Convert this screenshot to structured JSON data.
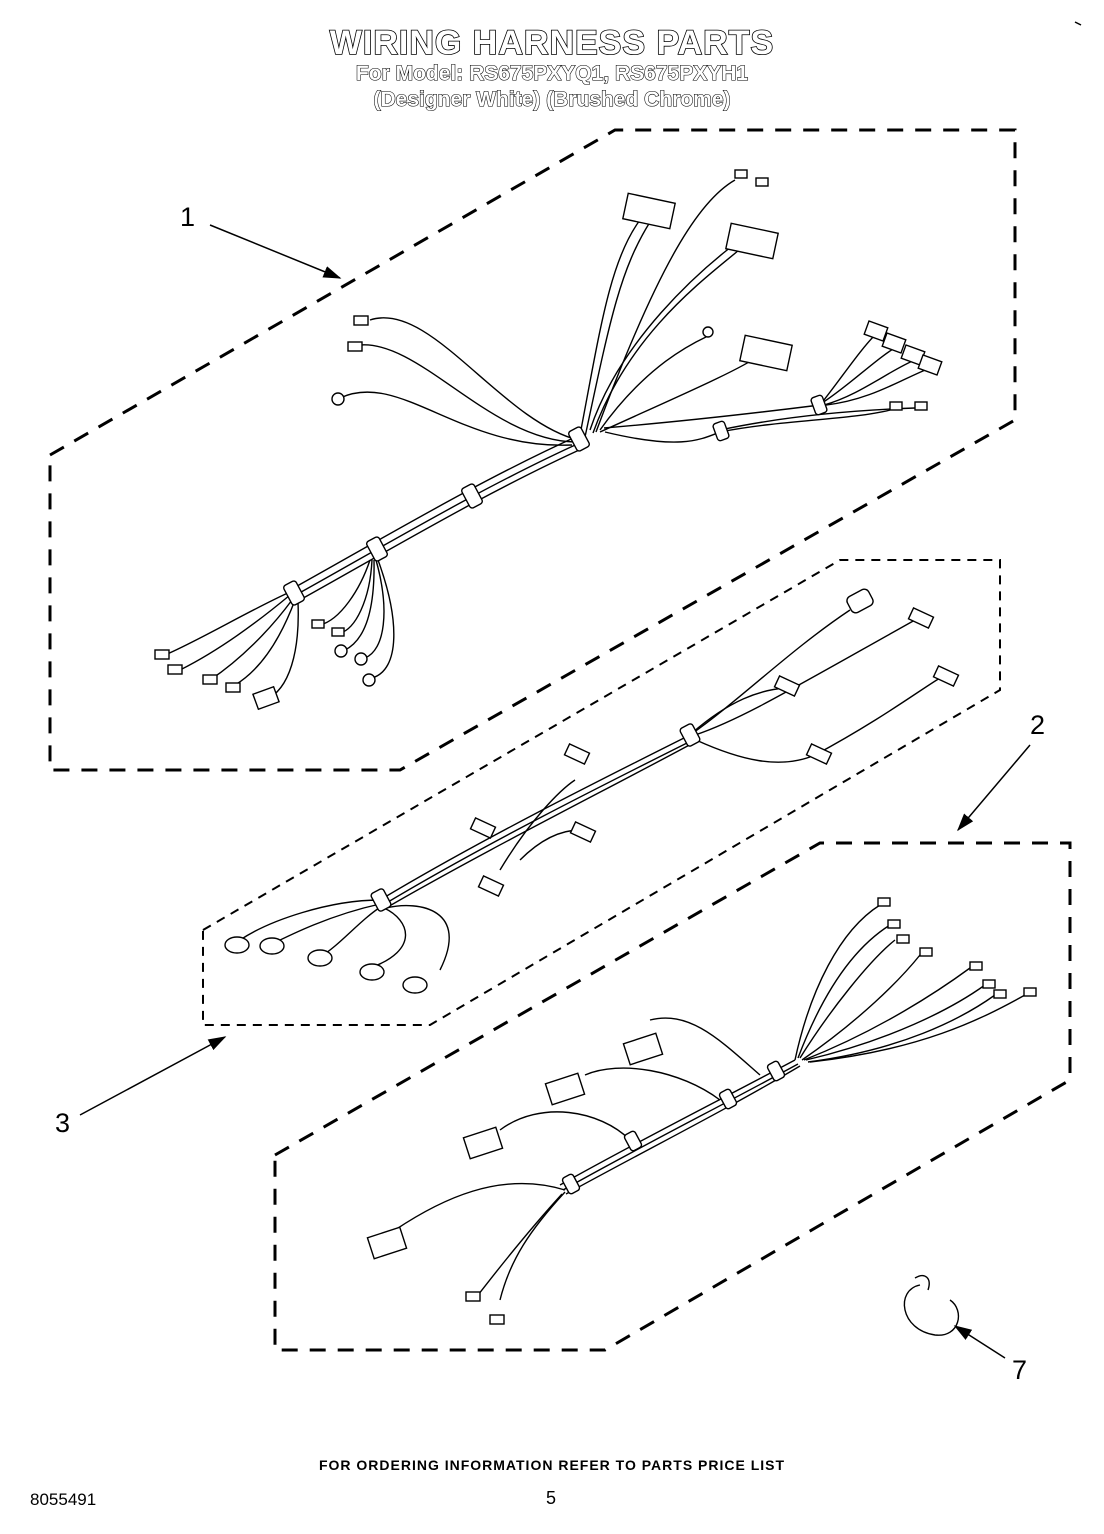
{
  "header": {
    "title": "WIRING HARNESS PARTS",
    "models": "For Model: RS675PXYQ1, RS675PXYH1",
    "colors": "(Designer White) (Brushed Chrome)"
  },
  "callouts": [
    "1",
    "2",
    "3",
    "7"
  ],
  "footer": {
    "ordering_note": "FOR ORDERING INFORMATION REFER TO PARTS PRICE LIST",
    "document_number": "8055491",
    "page_number": "5"
  }
}
